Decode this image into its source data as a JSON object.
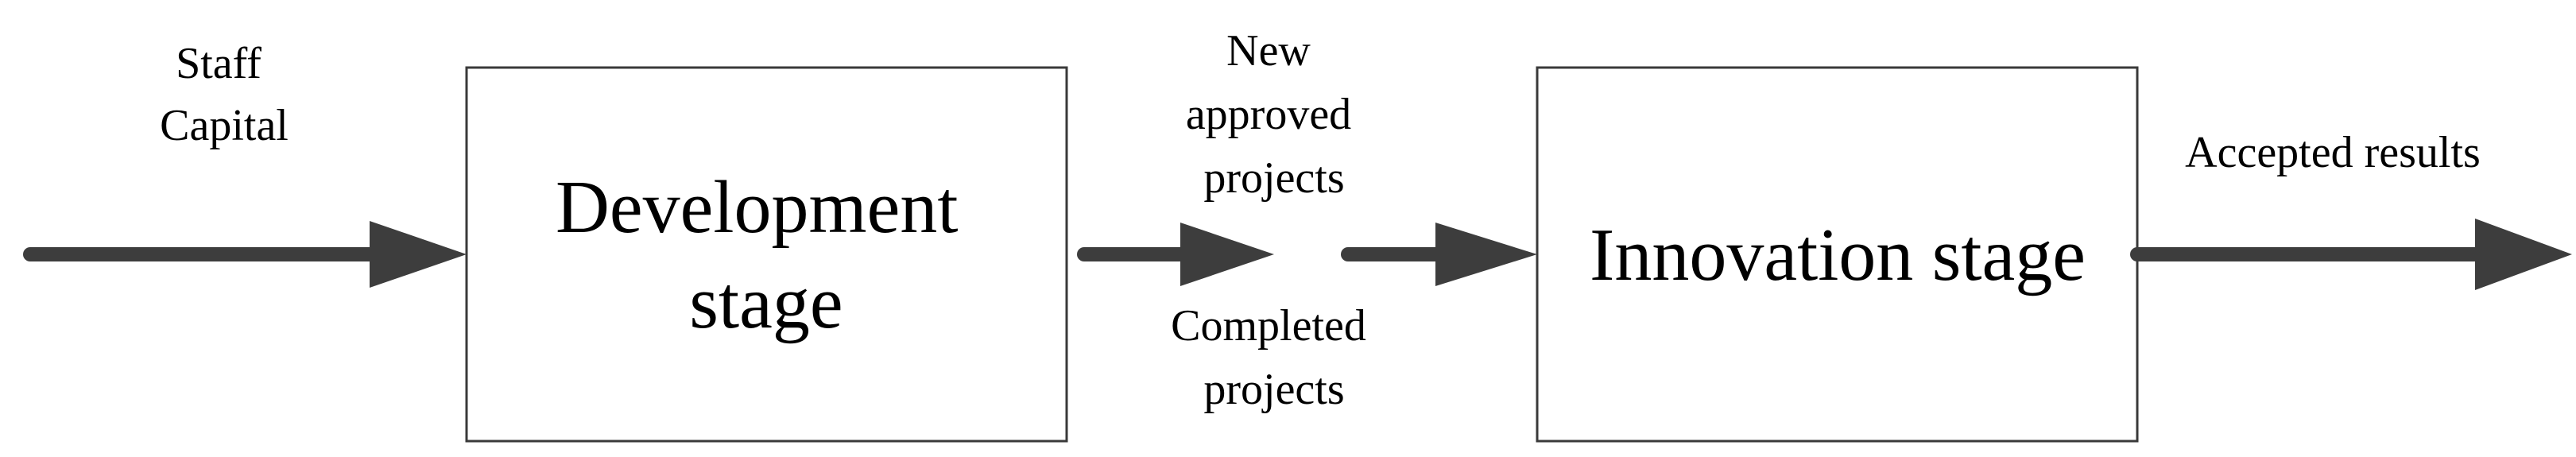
{
  "colors": {
    "arrow": "#3d3d3d",
    "box_border": "#3a3a3a",
    "text": "#000000",
    "background": "#ffffff"
  },
  "inputs": {
    "line1": "Staff",
    "line2": "Capital"
  },
  "development_stage": {
    "line1": "Development",
    "line2": "stage"
  },
  "intermediate_top": {
    "line1": "New",
    "line2": "approved",
    "line3": "projects"
  },
  "intermediate_bottom": {
    "line1": "Completed",
    "line2": "projects"
  },
  "innovation_stage": {
    "label": "Innovation stage"
  },
  "outputs": {
    "label": "Accepted results"
  }
}
